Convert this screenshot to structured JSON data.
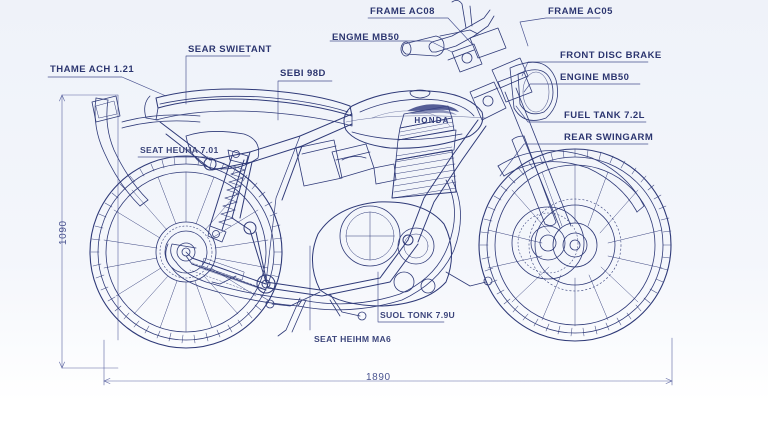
{
  "drawing": {
    "title": "Honda motorcycle side-view technical blueprint",
    "line_color": "#2f3a78",
    "accent_color": "#4a5490",
    "background_color": "#ffffff",
    "paper_tint": "#eef1f8",
    "brand": "HONDA"
  },
  "dimensions": {
    "overall_length": "1890",
    "overall_height": "1090"
  },
  "callouts": [
    {
      "id": "frame-ac08",
      "text": "FRAME AC08"
    },
    {
      "id": "frame-ac05",
      "text": "FRAME AC05"
    },
    {
      "id": "engme-mb50",
      "text": "ENGME MB50"
    },
    {
      "id": "front-disc-brake",
      "text": "FRONT DISC BRAKE"
    },
    {
      "id": "engine-mb50",
      "text": "ENGINE MB50"
    },
    {
      "id": "fuel-tank",
      "text": "FUEL TANK 7.2L"
    },
    {
      "id": "rear-swingarm",
      "text": "REAR SWINGARM"
    },
    {
      "id": "sear-swietant",
      "text": "SEAR SWIETANT"
    },
    {
      "id": "sebi-98d",
      "text": "SEBI  98D"
    },
    {
      "id": "thame-ach",
      "text": "THAME ACH 1.21"
    },
    {
      "id": "seat-heuha",
      "text": "SEAT HEUHA 7.01"
    },
    {
      "id": "suol-tonk",
      "text": "SUOL TONK 7.9U"
    },
    {
      "id": "seat-heihm",
      "text": "SEAT HEIHM MA6"
    }
  ]
}
